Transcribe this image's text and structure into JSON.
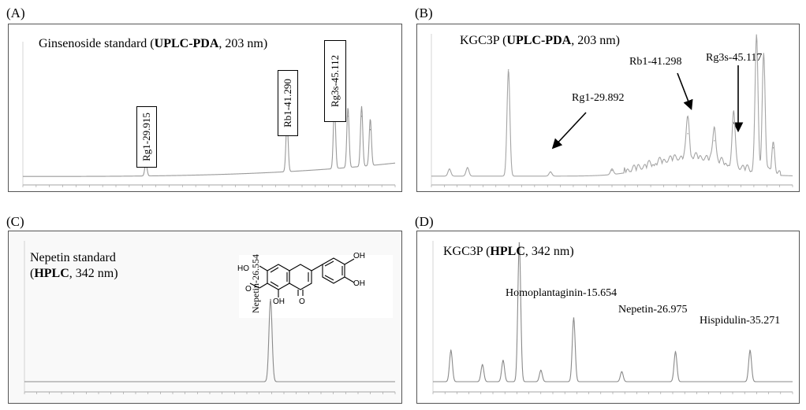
{
  "figure": {
    "panels": {
      "A": {
        "letter": "(A)"
      },
      "B": {
        "letter": "(B)"
      },
      "C": {
        "letter": "(C)"
      },
      "D": {
        "letter": "(D)"
      }
    }
  },
  "chart_data": [
    {
      "panel": "A",
      "type": "line",
      "title_prefix": "Ginsenoside standard (",
      "title_bold1": "UPLC-PDA",
      "title_suffix": ", 203 nm)",
      "detection": "UPLC-PDA, 203 nm",
      "x_axis": {
        "unit": "min",
        "range": [
          20,
          50
        ]
      },
      "color": "#9a9a9a",
      "baseline": 0.04,
      "drift": 0.1,
      "peaks": [
        {
          "label": "Rg1-29.915",
          "x": 29.915,
          "height": 0.1
        },
        {
          "label": "Rb1-41.290",
          "x": 41.29,
          "height": 0.38
        },
        {
          "label": "Rg3s-45.112",
          "x": 45.112,
          "height": 0.48
        },
        {
          "x": 46.2,
          "height": 0.45
        },
        {
          "x": 47.3,
          "height": 0.45
        },
        {
          "x": 48.0,
          "height": 0.35
        }
      ]
    },
    {
      "panel": "B",
      "type": "line",
      "title_prefix": "KGC3P (",
      "title_bold1": "UPLC-PDA",
      "title_suffix": ", 203 nm)",
      "detection": "UPLC-PDA, 203 nm",
      "x_axis": {
        "unit": "min",
        "range": [
          20,
          50
        ]
      },
      "color": "#a5a5a5",
      "baseline": 0.04,
      "peaks": [
        {
          "x": 21.5,
          "height": 0.05
        },
        {
          "x": 23.0,
          "height": 0.06
        },
        {
          "x": 26.4,
          "height": 0.75
        },
        {
          "label": "Rg1-29.892",
          "x": 29.892,
          "height": 0.03
        },
        {
          "x": 35.0,
          "height": 0.04
        },
        {
          "label": "Rb1-41.298",
          "x": 41.298,
          "height": 0.3
        },
        {
          "x": 43.5,
          "height": 0.25
        },
        {
          "label": "Rg3s-45.117",
          "x": 45.117,
          "height": 0.38
        },
        {
          "x": 47.0,
          "height": 0.95
        },
        {
          "x": 47.6,
          "height": 0.85
        },
        {
          "x": 48.4,
          "height": 0.2
        }
      ]
    },
    {
      "panel": "C",
      "type": "line",
      "title_line1": "Nepetin standard",
      "title_bold1": "HPLC",
      "title_suffix": ", 342 nm)",
      "detection": "HPLC, 342 nm",
      "x_axis": {
        "unit": "min",
        "range": [
          0,
          40
        ]
      },
      "color": "#8a8a8a",
      "baseline": 0.05,
      "peaks": [
        {
          "label": "Nepetin-26.554",
          "x": 26.554,
          "height": 0.58
        }
      ],
      "structure_labels": {
        "ho_left": "HO",
        "oh_top": "OH",
        "oh_right": "OH",
        "oh_bottom": "OH",
        "ketone": "O",
        "methoxy": "O"
      }
    },
    {
      "panel": "D",
      "type": "line",
      "title_prefix": "KGC3P (",
      "title_bold1": "HPLC",
      "title_suffix": ", 342 nm)",
      "detection": "HPLC, 342 nm",
      "x_axis": {
        "unit": "min",
        "range": [
          0,
          40
        ]
      },
      "color": "#8a8a8a",
      "baseline": 0.05,
      "peaks": [
        {
          "x": 2.0,
          "height": 0.22
        },
        {
          "x": 5.5,
          "height": 0.12
        },
        {
          "x": 7.8,
          "height": 0.15
        },
        {
          "x": 9.6,
          "height": 0.98
        },
        {
          "x": 12.0,
          "height": 0.08
        },
        {
          "label": "Homoplantaginin-15.654",
          "x": 15.654,
          "height": 0.45
        },
        {
          "x": 21.0,
          "height": 0.07
        },
        {
          "label": "Nepetin-26.975",
          "x": 26.975,
          "height": 0.21
        },
        {
          "label": "Hispidulin-35.271",
          "x": 35.271,
          "height": 0.22
        }
      ]
    }
  ]
}
